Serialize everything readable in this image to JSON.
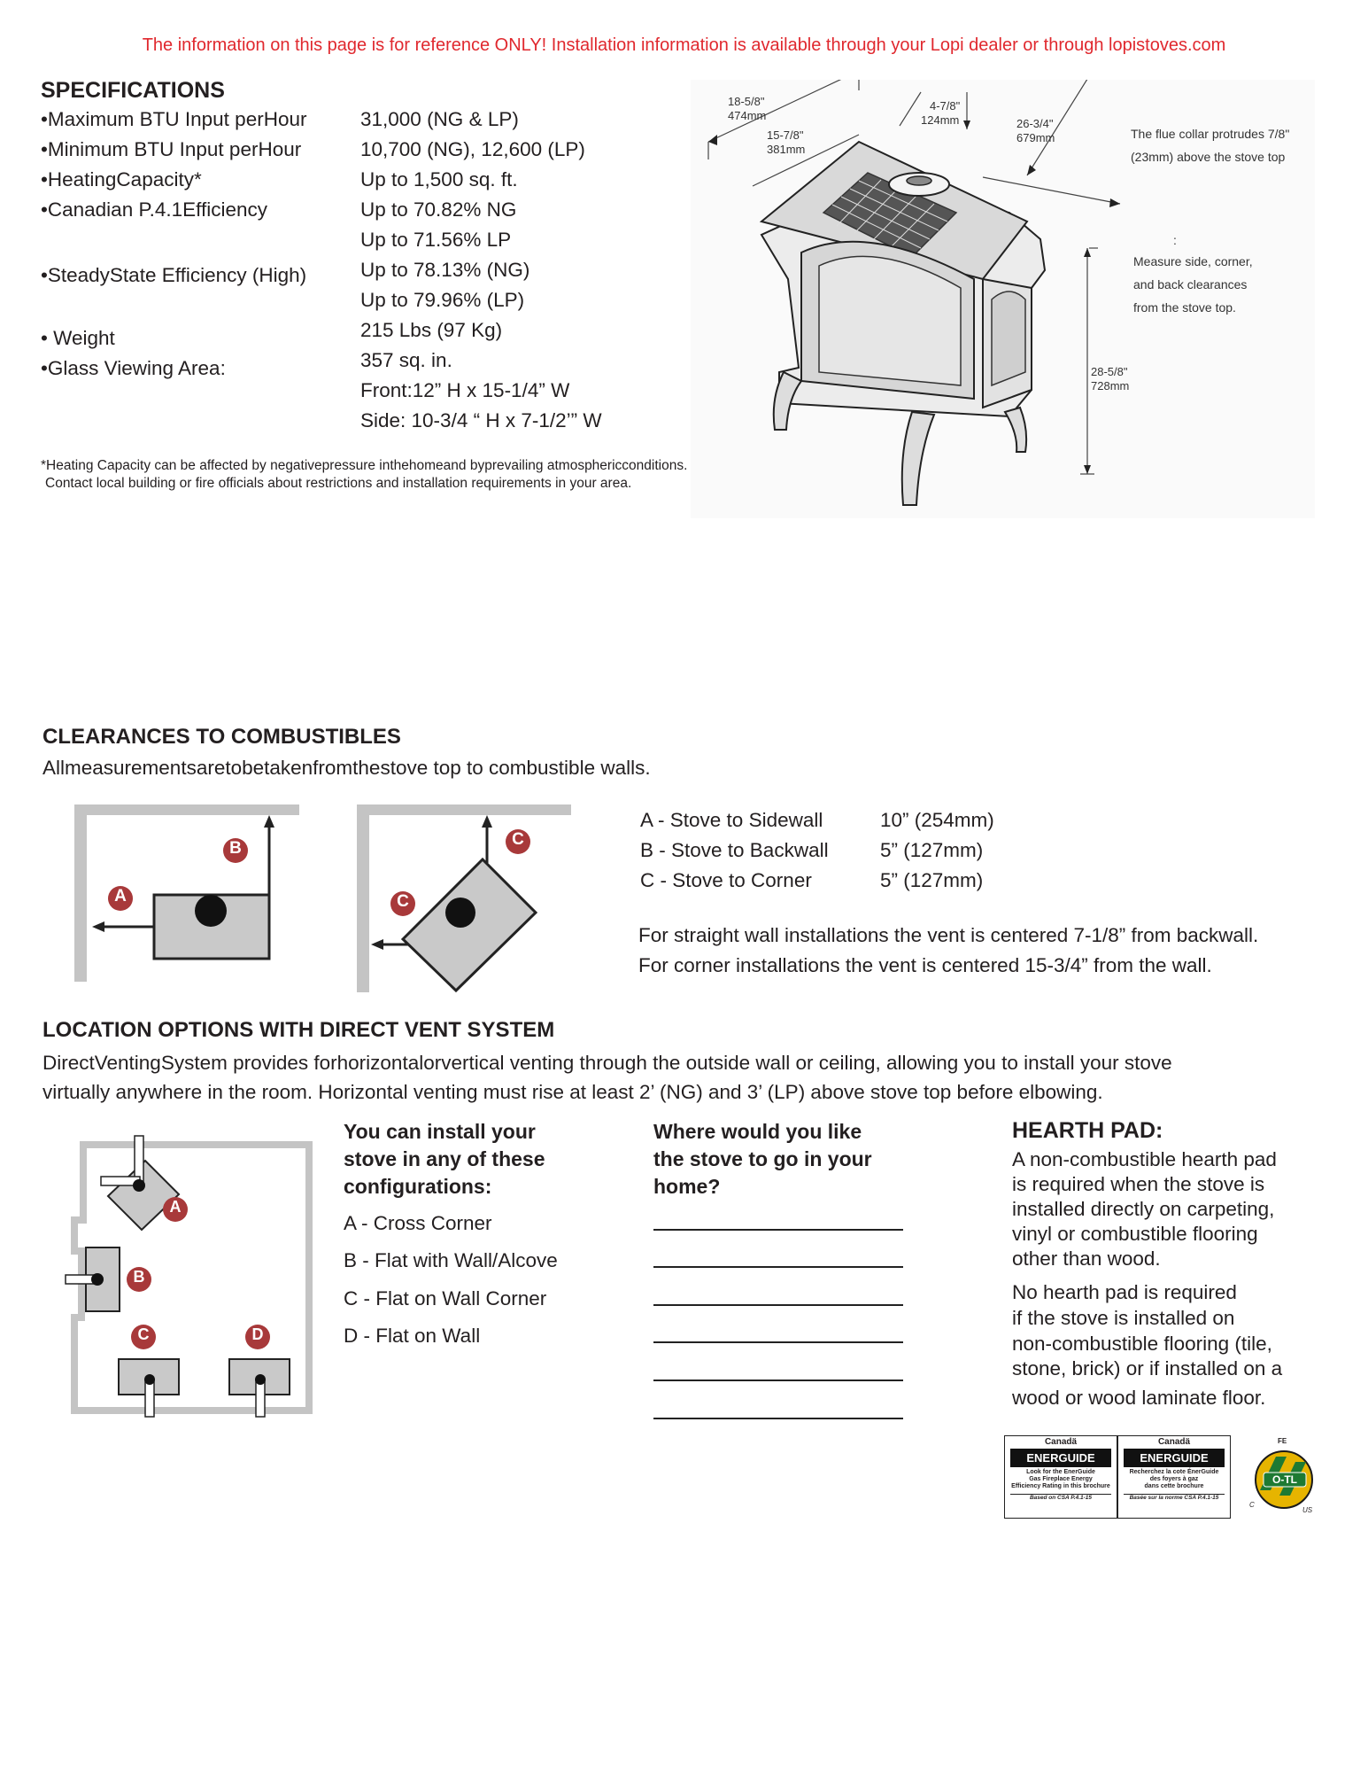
{
  "notice": "The information on this page is for reference ONLY! Installation information is available through your Lopi dealer or through lopistoves.com",
  "specs": {
    "title": "SPECIFICATIONS",
    "labels": [
      "•Maximum BTU Input perHour",
      "•Minimum BTU Input perHour",
      "•HeatingCapacity*",
      "•Canadian P.4.1Efficiency",
      "•SteadyState Efficiency (High)",
      "• Weight",
      "•Glass Viewing Area:"
    ],
    "values": [
      "31,000 (NG & LP)",
      "10,700 (NG), 12,600 (LP)",
      "Up to 1,500 sq. ft.",
      "Up to 70.82% NG",
      "Up to 71.56% LP",
      "Up to 78.13% (NG)",
      "Up to 79.96% (LP)",
      "215 Lbs (97 Kg)",
      "357 sq. in.",
      "Front:12” H x 15-1/4” W",
      "Side: 10-3/4 “ H x 7-1/2’” W"
    ],
    "footnote_1": "*Heating Capacity can be affected by negativepressure inthehomeand byprevailing atmosphericconditions.",
    "footnote_2": "Contact local building or fire officials about restrictions and installation requirements in your area."
  },
  "diagram": {
    "dim_depth_in": "18-5/8\"",
    "dim_depth_mm": "474mm",
    "dim_flue_in": "15-7/8\"",
    "dim_flue_mm": "381mm",
    "dim_collar_in": "4-7/8\"",
    "dim_collar_mm": "124mm",
    "dim_width_in": "26-3/4\"",
    "dim_width_mm": "679mm",
    "dim_height_in": "28-5/8\"",
    "dim_height_mm": "728mm",
    "note_flue_1": "The flue collar protrudes 7/8\"",
    "note_flue_2": "(23mm) above the stove top",
    "colon": ":",
    "note_measure_1": "Measure side, corner,",
    "note_measure_2": "and back clearances",
    "note_measure_3": "from the stove top."
  },
  "clearances": {
    "title": "CLEARANCES TO COMBUSTIBLES",
    "intro": "Allmeasurementsaretobetakenfromthestove top to combustible walls.",
    "rows": [
      {
        "label": "A - Stove to Sidewall",
        "value": "10” (254mm)"
      },
      {
        "label": "B - Stove to Backwall",
        "value": "5” (127mm)"
      },
      {
        "label": "C - Stove to Corner",
        "value": "5” (127mm)"
      }
    ],
    "note_1": "For straight wall installations the vent is centered 7-1/8” from backwall.",
    "note_2": "For corner installations the vent is centered 15-3/4” from the wall.",
    "marker_a": "A",
    "marker_b": "B",
    "marker_c": "C"
  },
  "location": {
    "title": "LOCATION OPTIONS WITH DIRECT VENT SYSTEM",
    "intro_1": "DirectVentingSystem provides forhorizontalorvertical venting through the outside wall or ceiling, allowing you to install your stove",
    "intro_2": "virtually anywhere in the room. Horizontal venting must rise at least 2’ (NG) and 3’ (LP) above stove top before elbowing.",
    "config_title": [
      "You can install your",
      "stove in any of these",
      "configurations:"
    ],
    "configs": [
      "A - Cross Corner",
      "B - Flat with Wall/Alcove",
      "C - Flat on Wall Corner",
      "D - Flat on Wall"
    ],
    "where_title": [
      "Where would you like",
      "the stove to go in your",
      "home?"
    ],
    "markers": [
      "A",
      "B",
      "C",
      "D"
    ]
  },
  "hearth": {
    "title": "HEARTH PAD:",
    "p1": [
      "A non-combustible hearth pad",
      "is required when the stove is",
      "installed directly on carpeting,",
      "vinyl or combustible flooring",
      "other than wood."
    ],
    "p2": [
      "No hearth pad is required",
      "if the stove is installed on",
      "non-combustible flooring (tile,",
      "stone, brick) or if installed on a",
      "wood or wood laminate floor."
    ]
  },
  "badges": {
    "en_canada": "Canadä",
    "en_logo": "ENERGUIDE",
    "en_text": [
      "Look for the EnerGuide",
      "Gas Fireplace Energy",
      "Efficiency Rating in this brochure"
    ],
    "en_basis": "Based on CSA P.4.1-15",
    "fr_canada": "Canadä",
    "fr_logo": "ENERGUIDE",
    "fr_text": [
      "Recherchez la cote ÉnerGuide",
      "des foyers à gaz",
      "dans cette brochure"
    ],
    "fr_basis": "Basée sur la norme CSA P.4.1-15",
    "otl": "O-TL",
    "otl_fe": "FE",
    "otl_c": "C",
    "otl_us": "US"
  },
  "colors": {
    "notice": "#e0282e",
    "marker": "#a8393a",
    "gray_fill": "#c9c9c9",
    "wall_gray": "#c4c4c4"
  }
}
